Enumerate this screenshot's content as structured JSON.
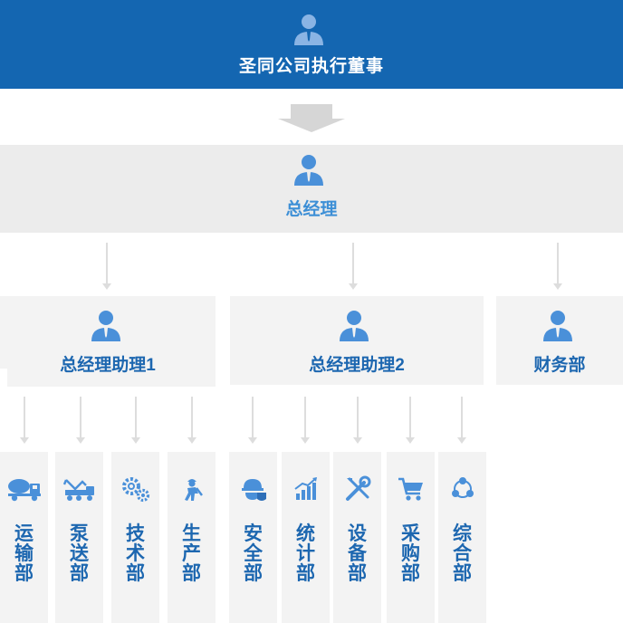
{
  "board": {
    "title": "圣同公司执行董事",
    "icon": "person-icon"
  },
  "gm": {
    "title": "总经理",
    "icon": "person-icon"
  },
  "assistants": [
    {
      "title": "总经理助理1",
      "icon": "person-icon"
    },
    {
      "title": "总经理助理2",
      "icon": "person-icon"
    },
    {
      "title": "财务部",
      "icon": "person-icon"
    }
  ],
  "departments": [
    {
      "label": "运输部",
      "icon": "mixer-truck-icon"
    },
    {
      "label": "泵送部",
      "icon": "pump-truck-icon"
    },
    {
      "label": "技术部",
      "icon": "gears-icon"
    },
    {
      "label": "生产部",
      "icon": "worker-icon"
    },
    {
      "label": "安全部",
      "icon": "safety-helmet-icon"
    },
    {
      "label": "统计部",
      "icon": "bar-chart-icon"
    },
    {
      "label": "设备部",
      "icon": "tools-icon"
    },
    {
      "label": "采购部",
      "icon": "shopping-cart-icon"
    },
    {
      "label": "综合部",
      "icon": "network-icon"
    }
  ],
  "colors": {
    "board_band": "#1466b1",
    "accent": "#1d67b0",
    "icon": "#4a90d9",
    "light_icon": "#8ab4e4"
  }
}
